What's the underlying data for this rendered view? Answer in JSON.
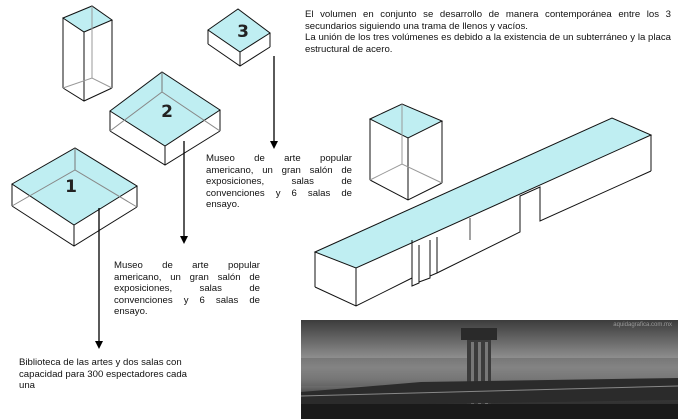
{
  "volumes": [
    {
      "number": "1"
    },
    {
      "number": "2"
    },
    {
      "number": "3"
    }
  ],
  "intro": {
    "line1": "El volumen en conjunto se desarrollo de manera contemporánea entre los 3 secundarios siguiendo una trama de llenos y vacíos.",
    "line2": "La unión de los tres volúmenes es debido a la existencia de un subterráneo y la placa estructural de acero."
  },
  "descriptions": {
    "vol3": "Museo de arte popular americano, un gran salón de exposiciones, salas de convenciones y 6 salas de ensayo.",
    "vol2": "Museo de arte popular americano, un gran salón de exposiciones, salas de convenciones y 6 salas de ensayo.",
    "vol1": "Biblioteca de las artes y dos salas con capacidad para 300 espectadores cada una"
  },
  "photo": {
    "watermark": "aquidagrafica.com.mx"
  },
  "colors": {
    "roof": "#bfeef2",
    "line": "#111111",
    "arrow": "#000000"
  }
}
